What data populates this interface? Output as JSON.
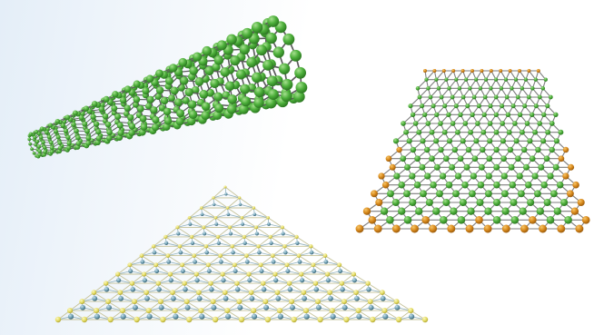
{
  "scene": {
    "background_colors": [
      "#e4eef8",
      "#ffffff"
    ],
    "objects": [
      {
        "name": "carbon-nanotube",
        "atom_color": "#4caf3a",
        "bond_color": "#5a5a5a"
      },
      {
        "name": "graphene-nanoribbon",
        "atom_color": "#4caf3a",
        "edge_atom_color": "#d98a1c",
        "bond_color": "#7a7a7a"
      },
      {
        "name": "mos2-triangular-flake",
        "metal_atom_color": "#6f9fb3",
        "chalcogen_atom_color": "#e4dc62",
        "bond_color": "#c9c9a8"
      }
    ]
  }
}
